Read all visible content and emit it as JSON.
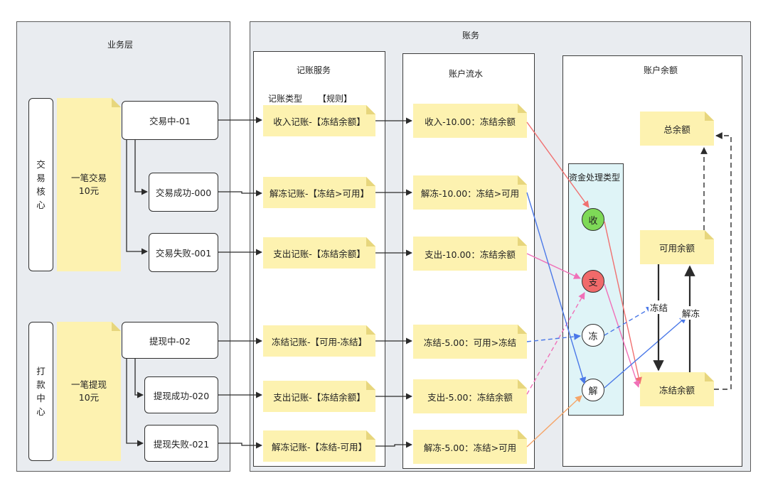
{
  "business_layer": {
    "title": "业务层",
    "trade_core": {
      "label": "交\n易\n核\n心",
      "note": "一笔交易\n10元",
      "states": [
        "交易中-01",
        "交易成功-000",
        "交易失败-001"
      ]
    },
    "payout_center": {
      "label": "打\n款\n中\n心",
      "note": "一笔提现\n10元",
      "states": [
        "提现中-02",
        "提现成功-020",
        "提现失败-021"
      ]
    }
  },
  "accounting": {
    "title": "账务",
    "booking_service": {
      "title": "记账服务",
      "header_type": "记账类型",
      "header_rule": "【规则】",
      "entries": [
        "收入记账-【冻结余额】",
        "解冻记账-【冻结>可用】",
        "支出记账-【冻结余额】",
        "冻结记账-【可用-冻结】",
        "支出记账-【冻结余额】",
        "解冻记账-【冻结-可用】"
      ]
    },
    "account_flow": {
      "title": "账户流水",
      "entries": [
        "收入-10.00：冻结余额",
        "解冻-10.00：冻结>可用",
        "支出-10.00：冻结余额",
        "冻结-5.00：可用>冻结",
        "支出-5.00：冻结余额",
        "解冻-5.00：冻结>可用"
      ]
    },
    "account_balance": {
      "title": "账户余额",
      "fund_type_title": "资金处理类型",
      "fund_types": [
        "收",
        "支",
        "冻",
        "解"
      ],
      "fund_type_colors": [
        "#7ed957",
        "#f06a6a",
        "#ffffff",
        "#ffffff"
      ],
      "total": "总余额",
      "available": "可用余额",
      "frozen": "冻结余额",
      "freeze_label": "冻结",
      "unfreeze_label": "解冻"
    }
  },
  "arrow_colors": {
    "income": "#f07070",
    "pay": "#f070b8",
    "freeze": "#4a78e8",
    "unfreeze": "#4a78e8",
    "orange": "#f5a66a"
  }
}
